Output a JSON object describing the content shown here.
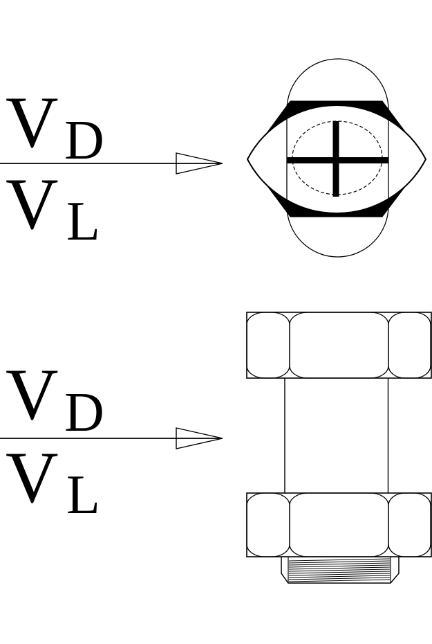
{
  "page": {
    "background_color": "#ffffff",
    "ink_color": "#000000"
  },
  "labels": {
    "top_group": {
      "numerator": {
        "main": "V",
        "sub": "D"
      },
      "denominator": {
        "main": "V",
        "sub": "L"
      }
    },
    "bottom_group": {
      "numerator": {
        "main": "V",
        "sub": "D"
      },
      "denominator": {
        "main": "V",
        "sub": "L"
      }
    }
  },
  "figures": {
    "top_figure_name": "bolt-head-top-view",
    "bottom_figure_name": "bolt-front-view-with-nut-and-thread"
  }
}
